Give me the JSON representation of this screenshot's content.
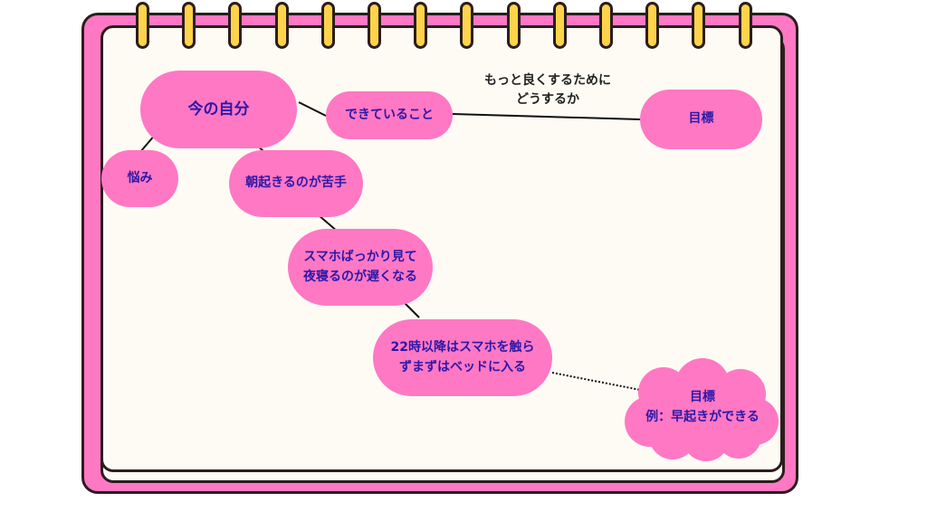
{
  "colors": {
    "node": "#ff78c4",
    "node_text": "#2d18a6",
    "cover": "#ff78c4",
    "ring": "#ffd44a",
    "page": "#fdfbf4"
  },
  "nodes": {
    "current_self": "今の自分",
    "can_do": "できていること",
    "goal": "目標",
    "worries": "悩み",
    "wake_up": "朝起きるのが苦手",
    "smartphone_line1": "スマホばっかり見て",
    "smartphone_line2": "夜寝るのが遅くなる",
    "rule_line1": "22時以降はスマホを触ら",
    "rule_line2": "ずまずはベッドに入る",
    "cloud_line1": "目標",
    "cloud_line2": "例：早起きができる"
  },
  "annotation": {
    "line1": "もっと良くするために",
    "line2": "どうするか"
  }
}
